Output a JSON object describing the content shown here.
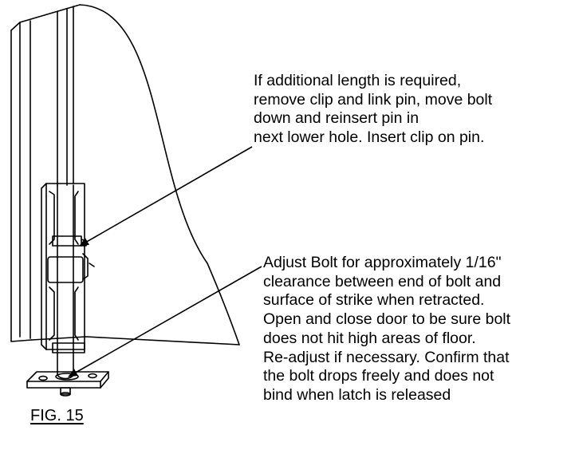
{
  "figure_label": "FIG. 15",
  "callouts": {
    "top": {
      "lines": [
        "If additional length is required,",
        "remove clip and link pin, move bolt",
        "down and reinsert pin in",
        "next lower hole. Insert clip on pin."
      ]
    },
    "bottom": {
      "lines": [
        "Adjust Bolt for approximately 1/16\"",
        "clearance between end of bolt and",
        "surface of strike when retracted.",
        "Open and close door to be sure bolt",
        "does not hit high areas of floor.",
        "Re-adjust if necessary. Confirm that",
        "the bolt drops freely and does not",
        "bind when latch is released"
      ]
    }
  }
}
